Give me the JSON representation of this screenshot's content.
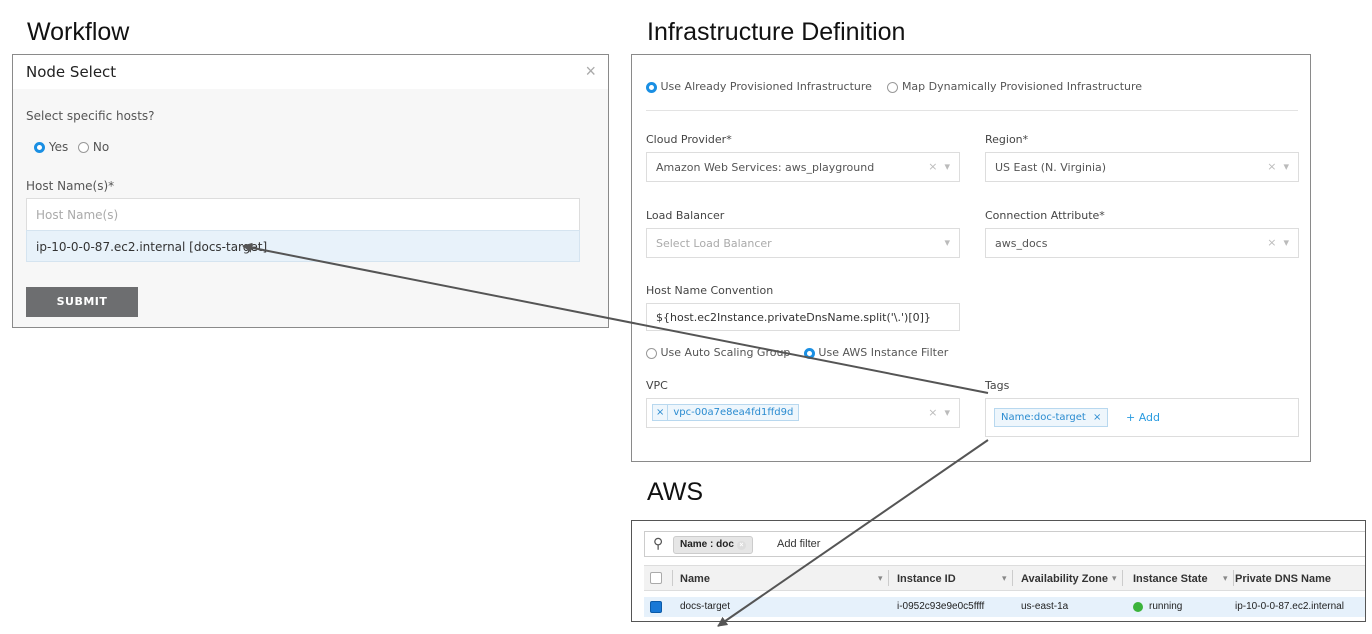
{
  "sections": {
    "workflow": "Workflow",
    "infra": "Infrastructure Definition",
    "aws": "AWS"
  },
  "workflow": {
    "dialog_title": "Node Select",
    "close_glyph": "×",
    "select_hosts_label": "Select specific hosts?",
    "yes_label": "Yes",
    "no_label": "No",
    "host_label": "Host Name(s)*",
    "host_placeholder": "Host Name(s)",
    "host_option": "ip-10-0-0-87.ec2.internal [docs-target]",
    "submit_label": "SUBMIT"
  },
  "infra": {
    "radio_existing": "Use Already Provisioned Infrastructure",
    "radio_dynamic": "Map Dynamically Provisioned Infrastructure",
    "cloud_provider_label": "Cloud Provider*",
    "cloud_provider_value": "Amazon Web Services: aws_playground",
    "region_label": "Region*",
    "region_value": "US East (N. Virginia)",
    "lb_label": "Load Balancer",
    "lb_placeholder": "Select Load Balancer",
    "conn_label": "Connection Attribute*",
    "conn_value": "aws_docs",
    "host_conv_label": "Host Name Convention",
    "host_conv_value": "${host.ec2Instance.privateDnsName.split('\\.')[0]}",
    "radio_asg": "Use Auto Scaling Group",
    "radio_filter": "Use AWS Instance Filter",
    "vpc_label": "VPC",
    "vpc_chip": "vpc-00a7e8ea4fd1ffd9d",
    "vpc_chip_x": "×",
    "tags_label": "Tags",
    "tag_chip": "Name:doc-target",
    "tag_chip_x": "×",
    "add_tag": "+ Add",
    "clear_glyph": "×",
    "caret_glyph": "▾"
  },
  "aws": {
    "filter_label": "Name : doc",
    "add_filter": "Add filter",
    "columns": [
      "Name",
      "Instance ID",
      "Availability Zone",
      "Instance State",
      "Private DNS Name"
    ],
    "row": {
      "name": "docs-target",
      "instance_id": "i-0952c93e9e0c5ffff",
      "az": "us-east-1a",
      "state": "running",
      "dns": "ip-10-0-0-87.ec2.internal"
    },
    "state_color": "#3bb33b",
    "accent": "#1a8fe3"
  }
}
